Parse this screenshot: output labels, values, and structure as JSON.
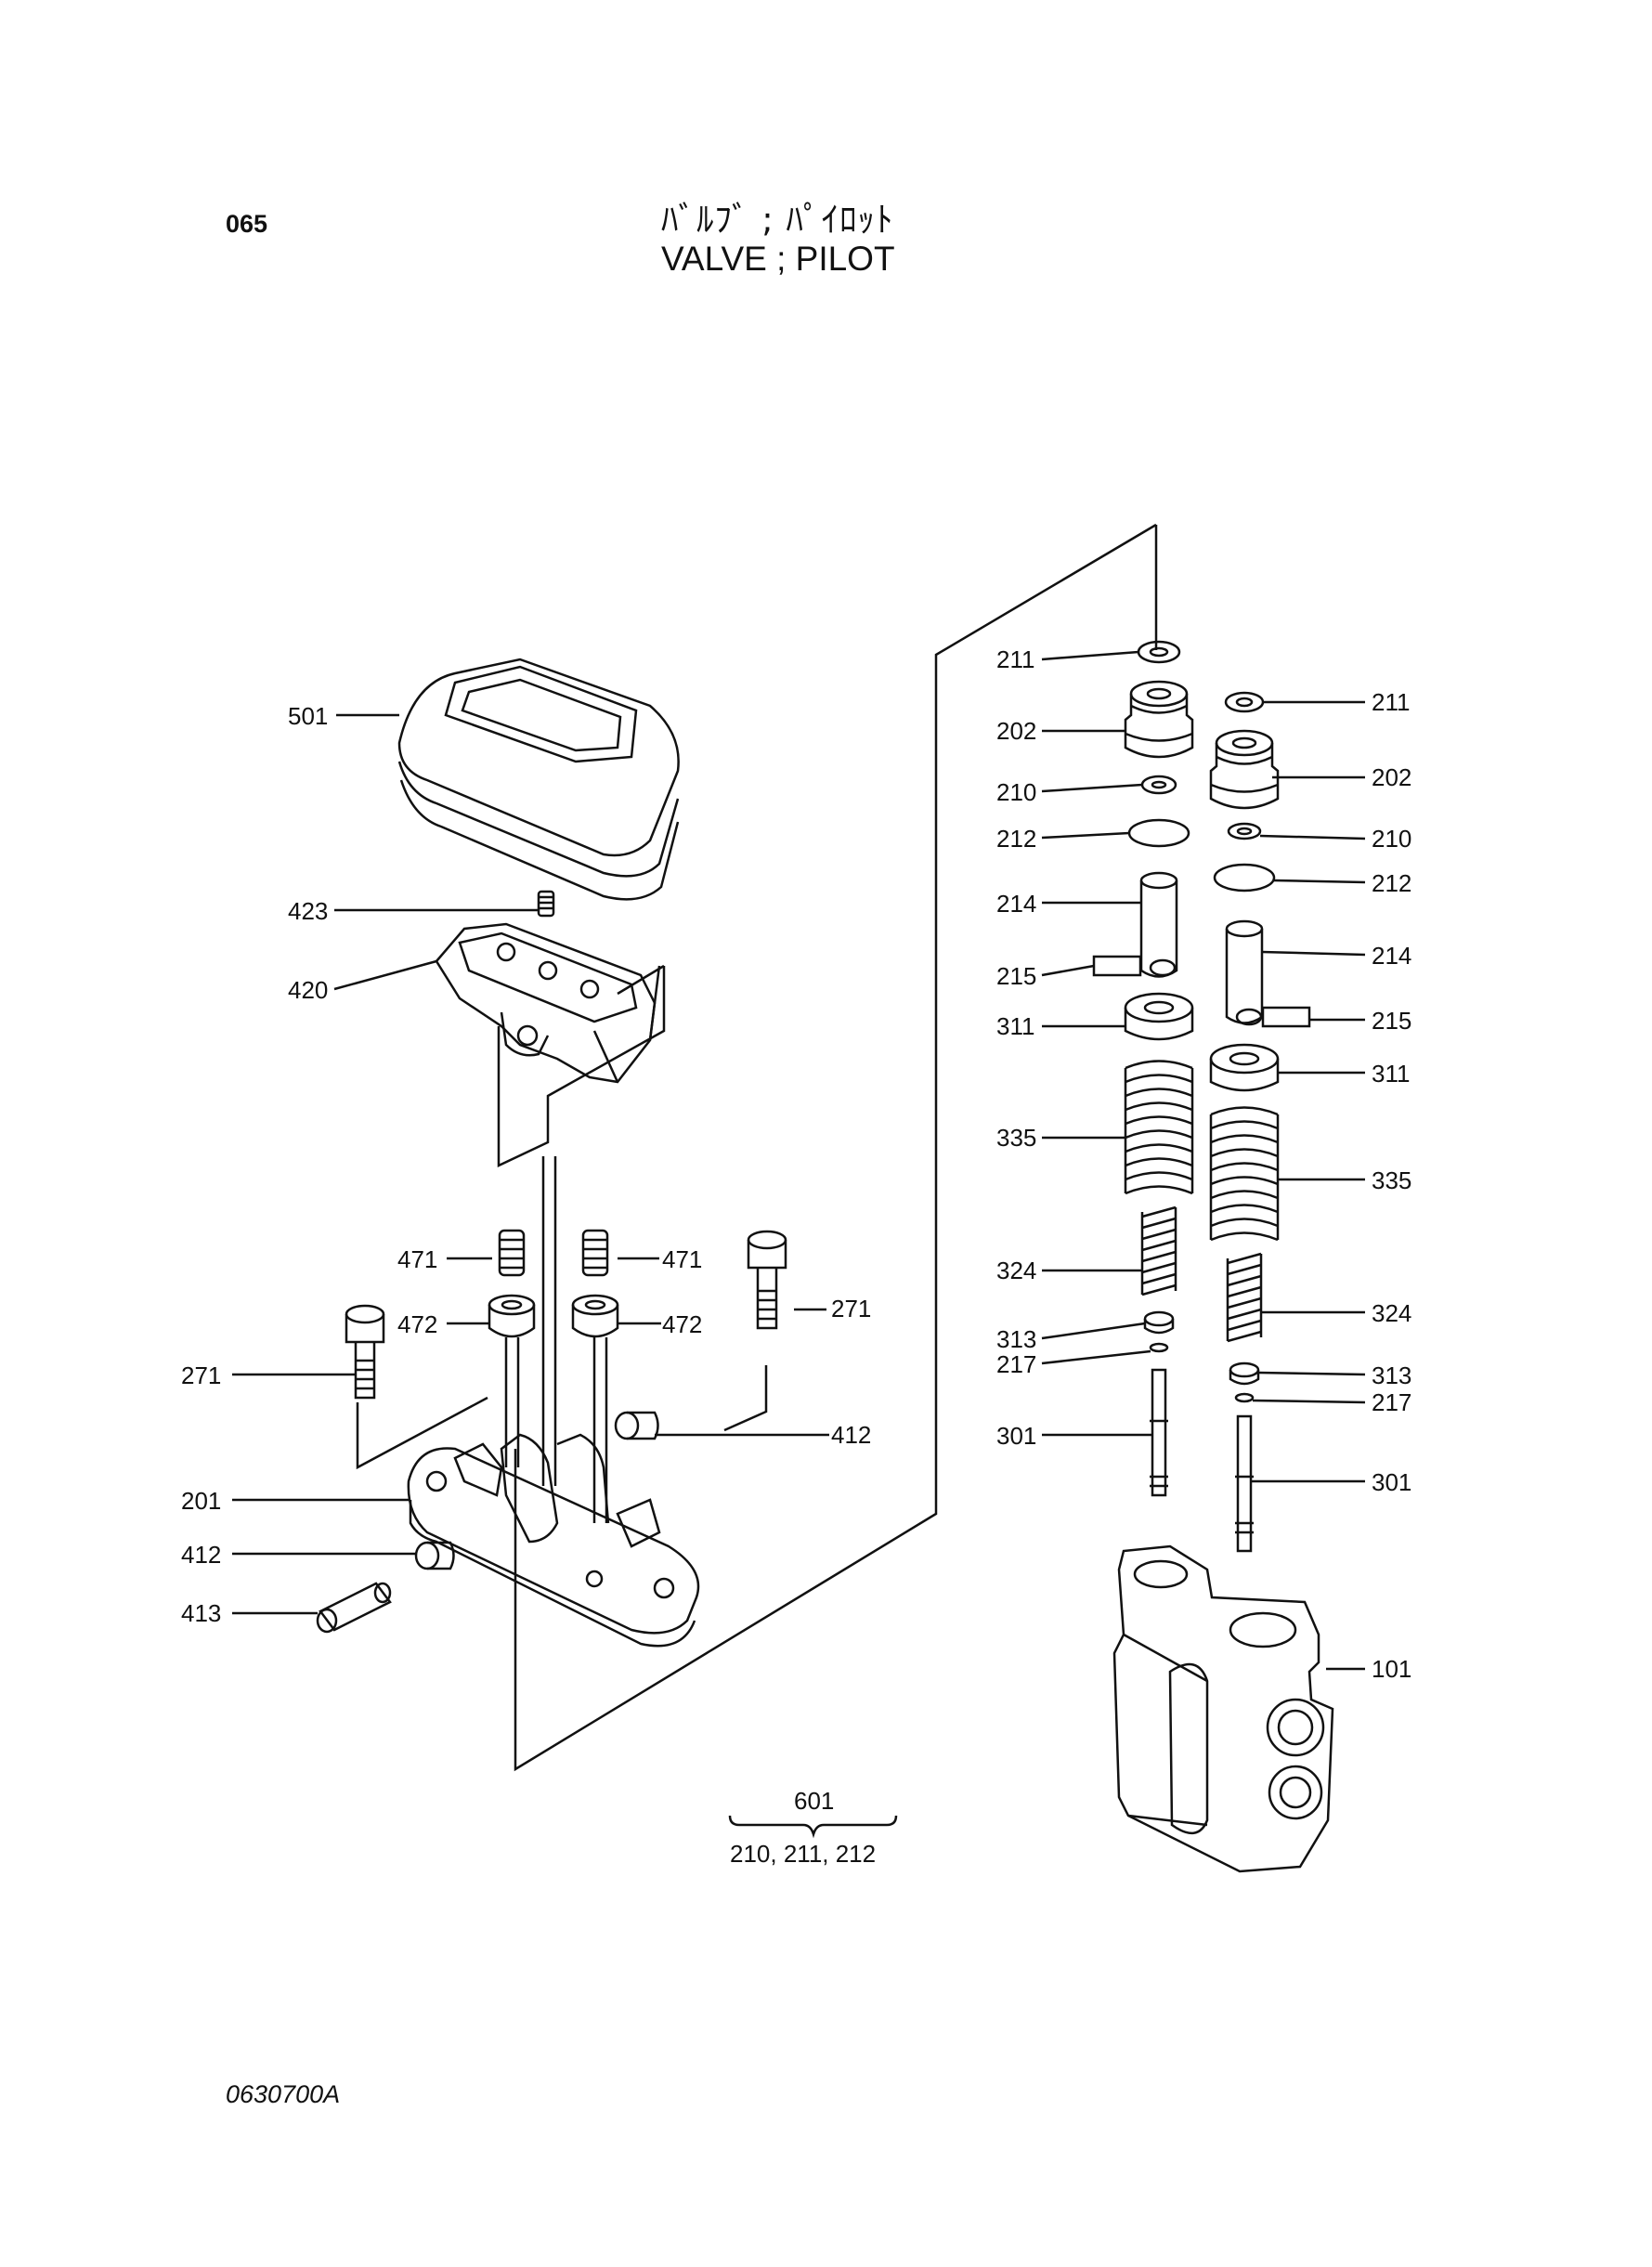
{
  "header": {
    "page_number": "065",
    "title_jp": "ﾊﾞﾙﾌﾞ ; ﾊﾟｲﾛｯﾄ",
    "title_en": "VALVE ; PILOT"
  },
  "footer": {
    "drawing_code": "0630700A"
  },
  "kit": {
    "number": "601",
    "contents": "210, 211, 212"
  },
  "callouts": {
    "l501": "501",
    "l423": "423",
    "l420": "420",
    "l471a": "471",
    "l471b": "471",
    "l472a": "472",
    "l472b": "472",
    "l271a": "271",
    "l271b": "271",
    "l201": "201",
    "l412a": "412",
    "l412b": "412",
    "l413": "413",
    "m211": "211",
    "m202": "202",
    "m210": "210",
    "m212": "212",
    "m214": "214",
    "m215": "215",
    "m311": "311",
    "m335": "335",
    "m324": "324",
    "m313": "313",
    "m217": "217",
    "m301": "301",
    "r211": "211",
    "r202": "202",
    "r210": "210",
    "r212": "212",
    "r214": "214",
    "r215": "215",
    "r311": "311",
    "r335": "335",
    "r324": "324",
    "r313": "313",
    "r217": "217",
    "r301": "301",
    "r101": "101"
  }
}
